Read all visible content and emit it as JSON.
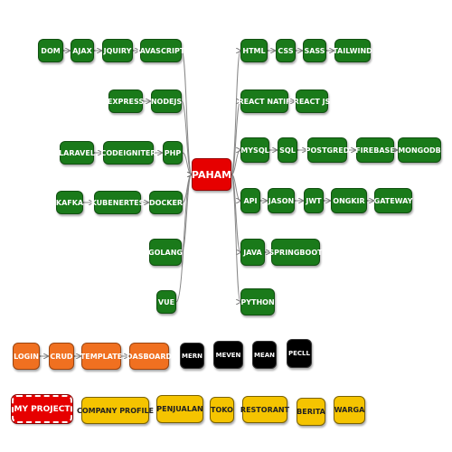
{
  "center": "PAHAM",
  "left": {
    "row1": [
      "DOM",
      "AJAX",
      "JQUIRY",
      "JAVASCRIPT"
    ],
    "row2": [
      "EXPRESS",
      "NODEJS"
    ],
    "row3": [
      "LARAVEL",
      "CODEIGNITER",
      "PHP"
    ],
    "row4": [
      "KAFKA",
      "KUBENERTES",
      "DOCKER"
    ],
    "row5": [
      "GOLANG"
    ],
    "row6": [
      "VUE"
    ]
  },
  "right": {
    "row1": [
      "HTML",
      "CSS",
      "SASS",
      "TAILWIND"
    ],
    "row2": [
      "REACT NATIF",
      "REACT JS"
    ],
    "row3": [
      "MYSQL",
      "SQL",
      "POSTGRED",
      "FIREBASE",
      "MONGODB"
    ],
    "row4": [
      "API",
      "JASON",
      "JWT",
      "ONGKIR",
      "GATEWAY"
    ],
    "row5": [
      "JAVA",
      "SPRINGBOOT"
    ],
    "row6": [
      "PYTHON"
    ]
  },
  "flow": [
    "LOGIN",
    "CRUD",
    "TEMPLATE",
    "DASBOARD"
  ],
  "stacks": [
    "MERN",
    "MEVEN",
    "MEAN",
    "PECLL"
  ],
  "project": {
    "title": "MY PROJECT",
    "items": [
      "COMPANY PROFILE",
      "PENJUALAN",
      "TOKO",
      "RESTORANT",
      "BERITA",
      "WARGA"
    ]
  },
  "colors": {
    "green": "#1a7a1a",
    "red": "#e60000",
    "orange": "#f07020",
    "black": "#000000",
    "yellow": "#f5c400"
  }
}
